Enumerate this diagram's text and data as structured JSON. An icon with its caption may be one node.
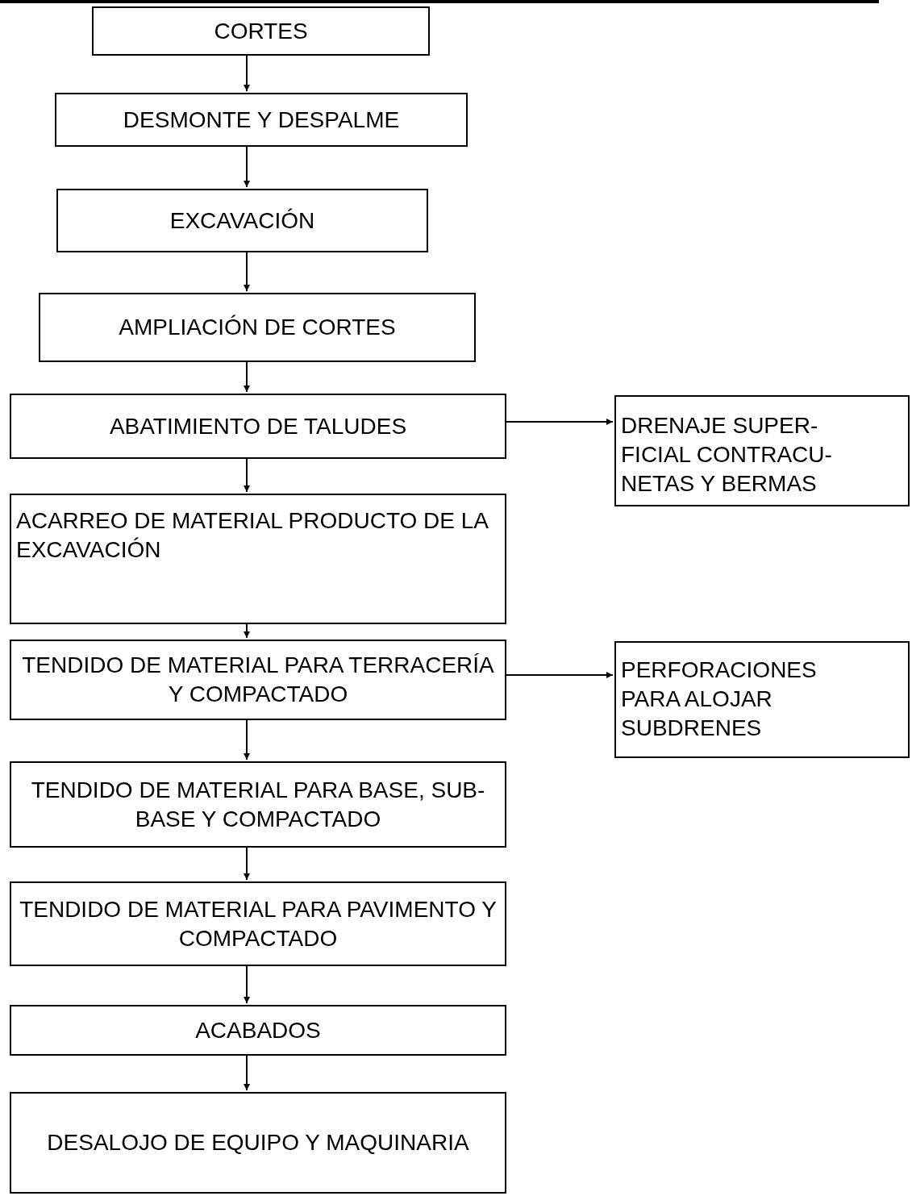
{
  "diagram": {
    "nodes": [
      {
        "text": [
          "CORTES"
        ]
      },
      {
        "text": [
          "DESMONTE Y DESPALME"
        ]
      },
      {
        "text": [
          "EXCAVACIÓN"
        ]
      },
      {
        "text": [
          "AMPLIACIÓN DE CORTES"
        ]
      },
      {
        "text": [
          "ABATIMIENTO DE TALUDES"
        ]
      },
      {
        "text": [
          "DRENAJE SUPER- FICIAL CONTRACU- NETAS Y BERMAS"
        ]
      },
      {
        "text": [
          "ACARREO DE MATERIAL PRODUCTO DE LA EXCAVACIÓN"
        ]
      },
      {
        "text": [
          "TENDIDO DE MATERIAL PARA TERRACERÍA Y COMPACTADO"
        ]
      },
      {
        "text": [
          "PERFORACIONES PARA ALOJAR SUBDRENES"
        ]
      },
      {
        "text": [
          "TENDIDO DE MATERIAL PARA BASE, SUB-BASE Y COMPACTADO"
        ]
      },
      {
        "text": [
          "TENDIDO DE MATERIAL PARA PAVIMENTO Y COMPACTADO"
        ]
      },
      {
        "text": [
          "ACABADOS"
        ]
      },
      {
        "text": [
          "DESALOJO DE EQUIPO Y MAQUINARIA"
        ]
      }
    ],
    "edges": [
      {
        "from": 0,
        "to": 1,
        "arrow": "to"
      },
      {
        "from": 1,
        "to": 2,
        "arrow": "to"
      },
      {
        "from": 2,
        "to": 3,
        "arrow": "to"
      },
      {
        "from": 3,
        "to": 4,
        "arrow": "to"
      },
      {
        "from": 4,
        "to": 5,
        "arrow": "to"
      },
      {
        "from": 4,
        "to": 6,
        "arrow": "to"
      },
      {
        "from": 6,
        "to": 7,
        "arrow": "to"
      },
      {
        "from": 7,
        "to": 8,
        "arrow": "to"
      },
      {
        "from": 7,
        "to": 9,
        "arrow": "to"
      },
      {
        "from": 9,
        "to": 10,
        "arrow": "to"
      },
      {
        "from": 10,
        "to": 11,
        "arrow": "to"
      },
      {
        "from": 11,
        "to": 12,
        "arrow": "to"
      }
    ]
  }
}
